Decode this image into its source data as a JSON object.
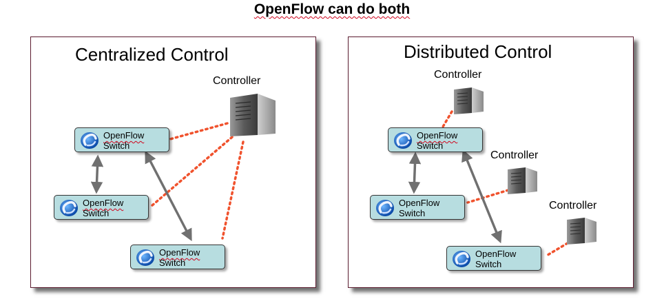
{
  "page_title": "OpenFlow can do both",
  "panels": {
    "centralized": {
      "title": "Centralized Control",
      "controller_label": "Controller",
      "switches": [
        {
          "line1": "OpenFlow",
          "line2": "Switch"
        },
        {
          "line1": "OpenFlow",
          "line2": "Switch"
        },
        {
          "line1": "OpenFlow",
          "line2": "Switch"
        }
      ]
    },
    "distributed": {
      "title": "Distributed Control",
      "controller_labels": [
        "Controller",
        "Controller",
        "Controller"
      ],
      "switches": [
        {
          "line1": "OpenFlow",
          "line2": "Switch"
        },
        {
          "line1": "OpenFlow",
          "line2": "Switch"
        },
        {
          "line1": "OpenFlow",
          "line2": "Switch"
        }
      ]
    }
  },
  "colors": {
    "switch_fill": "#b7dde0",
    "control_link": "#f0522d",
    "data_link": "#707070",
    "panel_border": "#5a1a2e"
  },
  "icons": {
    "switch_logo": "openflow-logo-icon",
    "controller": "server-tower-icon"
  }
}
